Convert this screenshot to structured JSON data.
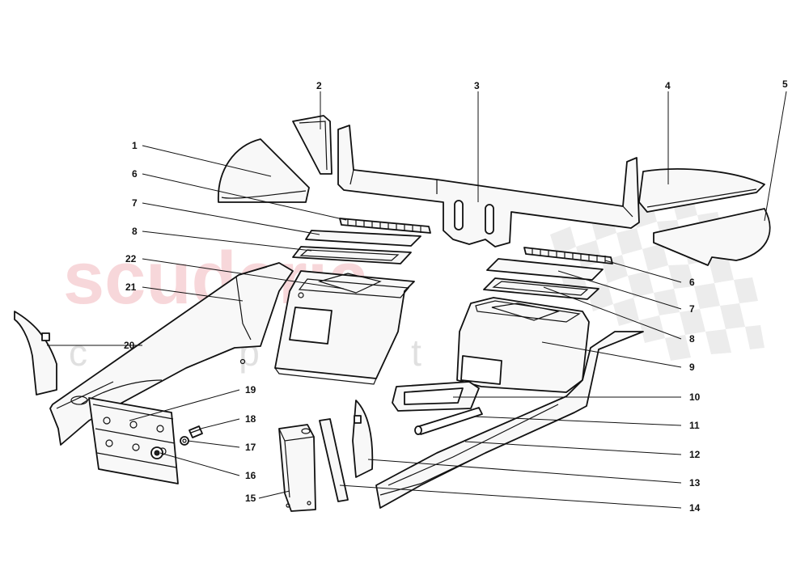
{
  "watermark": {
    "brand": "scuderia",
    "sub": "c a r   p a r t s"
  },
  "callouts": [
    {
      "id": "c1",
      "text": "1"
    },
    {
      "id": "c2",
      "text": "2"
    },
    {
      "id": "c3",
      "text": "3"
    },
    {
      "id": "c4",
      "text": "4"
    },
    {
      "id": "c5",
      "text": "5"
    },
    {
      "id": "c6a",
      "text": "6"
    },
    {
      "id": "c6b",
      "text": "6"
    },
    {
      "id": "c7a",
      "text": "7"
    },
    {
      "id": "c7b",
      "text": "7"
    },
    {
      "id": "c8a",
      "text": "8"
    },
    {
      "id": "c8b",
      "text": "8"
    },
    {
      "id": "c9",
      "text": "9"
    },
    {
      "id": "c10",
      "text": "10"
    },
    {
      "id": "c11",
      "text": "11"
    },
    {
      "id": "c12",
      "text": "12"
    },
    {
      "id": "c13",
      "text": "13"
    },
    {
      "id": "c14",
      "text": "14"
    },
    {
      "id": "c15",
      "text": "15"
    },
    {
      "id": "c16",
      "text": "16"
    },
    {
      "id": "c17",
      "text": "17"
    },
    {
      "id": "c18",
      "text": "18"
    },
    {
      "id": "c19",
      "text": "19"
    },
    {
      "id": "c20",
      "text": "20"
    },
    {
      "id": "c21",
      "text": "21"
    },
    {
      "id": "c22",
      "text": "22"
    }
  ]
}
